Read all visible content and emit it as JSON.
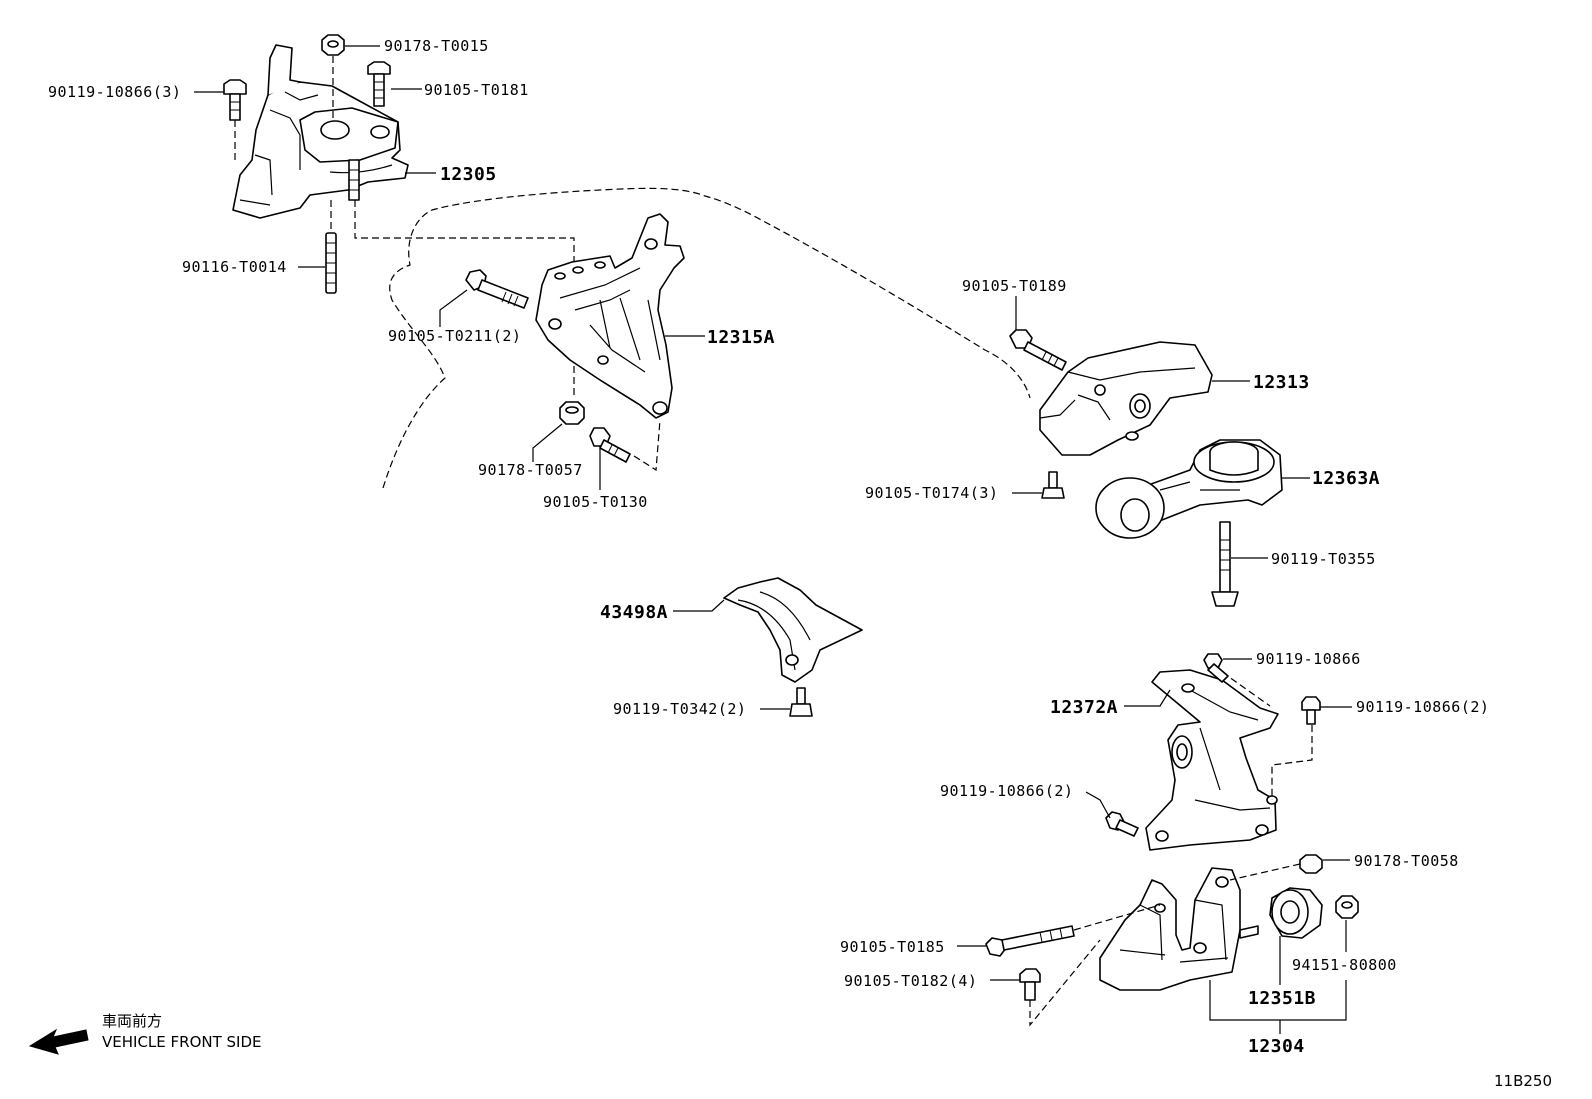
{
  "diagram_code": "11B250",
  "direction": {
    "jp_label": "車両前方",
    "en_label": "VEHICLE FRONT SIDE"
  },
  "labels": {
    "p_90178_T0015": "90178-T0015",
    "p_90119_10866_3": "90119-10866(3)",
    "p_90105_T0181": "90105-T0181",
    "p_12305": "12305",
    "p_90116_T0014": "90116-T0014",
    "p_90105_T0211_2": "90105-T0211(2)",
    "p_12315A": "12315A",
    "p_90178_T0057": "90178-T0057",
    "p_90105_T0130": "90105-T0130",
    "p_90105_T0189": "90105-T0189",
    "p_12313": "12313",
    "p_90105_T0174_3": "90105-T0174(3)",
    "p_12363A": "12363A",
    "p_90119_T0355": "90119-T0355",
    "p_43498A": "43498A",
    "p_90119_T0342_2": "90119-T0342(2)",
    "p_90119_10866": "90119-10866",
    "p_12372A": "12372A",
    "p_90119_10866_2a": "90119-10866(2)",
    "p_90119_10866_2b": "90119-10866(2)",
    "p_90178_T0058": "90178-T0058",
    "p_90105_T0185": "90105-T0185",
    "p_94151_80800": "94151-80800",
    "p_90105_T0182_4": "90105-T0182(4)",
    "p_12351B": "12351B",
    "p_12304": "12304"
  }
}
